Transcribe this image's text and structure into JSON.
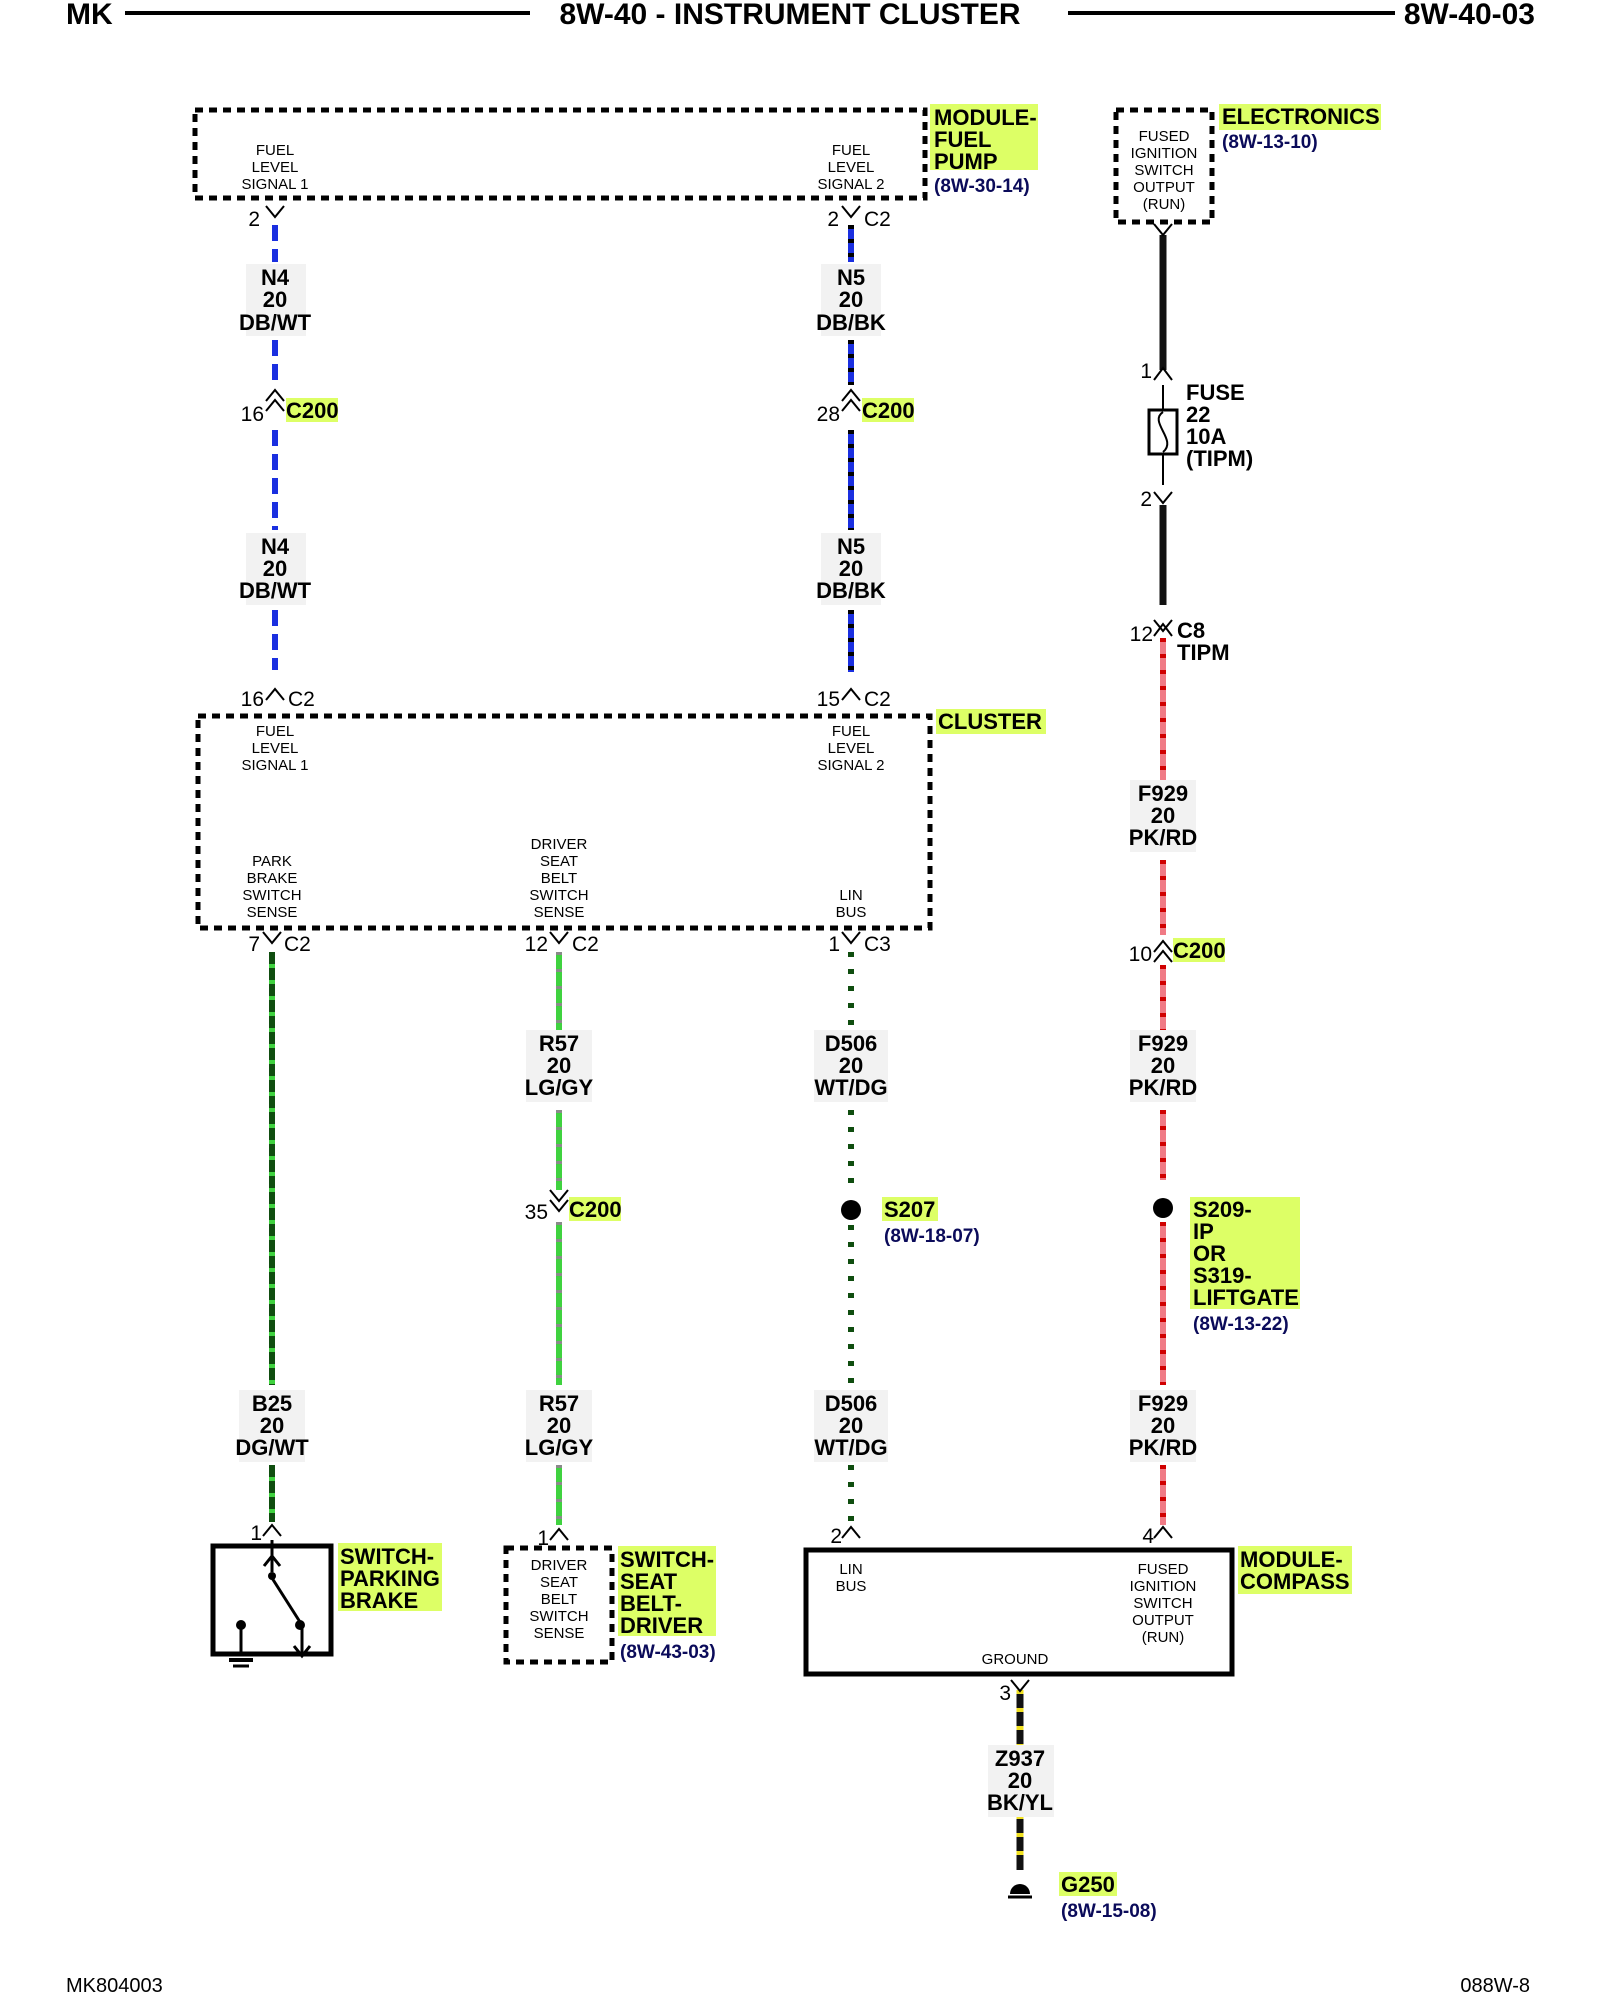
{
  "header": {
    "left": "MK",
    "title": "8W-40 - INSTRUMENT CLUSTER",
    "right": "8W-40-03"
  },
  "footer": {
    "left": "MK804003",
    "right": "088W-8"
  },
  "colors": {
    "highlight": "#ddff66",
    "ref_text": "#0b0b5a",
    "wire_db": "#1a2fe0",
    "wire_pkrd": "#f07a85",
    "wire_green": "#3fd23f",
    "wire_dark_green": "#0f4d0f",
    "wire_yellow": "#f0e020",
    "wire_black": "#111111"
  },
  "components": {
    "fuel_pump": {
      "name": [
        "MODULE-",
        "FUEL",
        "PUMP"
      ],
      "ref": "(8W-30-14)",
      "pin1_label": [
        "FUEL",
        "LEVEL",
        "SIGNAL 1"
      ],
      "pin2_label": [
        "FUEL",
        "LEVEL",
        "SIGNAL 2"
      ]
    },
    "electronics": {
      "name": "ELECTRONICS",
      "ref": "(8W-13-10)",
      "pin_label": [
        "FUSED",
        "IGNITION",
        "SWITCH",
        "OUTPUT",
        "(RUN)"
      ]
    },
    "fuse": {
      "label": [
        "FUSE",
        "22",
        "10A",
        "(TIPM)"
      ],
      "pin_top": "1",
      "pin_bottom": "2"
    },
    "cluster": {
      "name": "CLUSTER",
      "fuel1_label": [
        "FUEL",
        "LEVEL",
        "SIGNAL 1"
      ],
      "fuel2_label": [
        "FUEL",
        "LEVEL",
        "SIGNAL 2"
      ],
      "park_label": [
        "PARK",
        "BRAKE",
        "SWITCH",
        "SENSE"
      ],
      "seat_label": [
        "DRIVER",
        "SEAT",
        "BELT",
        "SWITCH",
        "SENSE"
      ],
      "lin_label": [
        "LIN",
        "BUS"
      ]
    },
    "switch_parking_brake": {
      "name": [
        "SWITCH-",
        "PARKING",
        "BRAKE"
      ]
    },
    "switch_seat_belt": {
      "name": [
        "SWITCH-",
        "SEAT",
        "BELT-",
        "DRIVER"
      ],
      "ref": "(8W-43-03)",
      "pin_label": [
        "DRIVER",
        "SEAT",
        "BELT",
        "SWITCH",
        "SENSE"
      ]
    },
    "module_compass": {
      "name": [
        "MODULE-",
        "COMPASS"
      ],
      "lin_label": [
        "LIN",
        "BUS"
      ],
      "ign_label": [
        "FUSED",
        "IGNITION",
        "SWITCH",
        "OUTPUT",
        "(RUN)"
      ],
      "ground_label": "GROUND"
    },
    "ground": {
      "name": "G250",
      "ref": "(8W-15-08)"
    }
  },
  "splices": {
    "s207": {
      "name": "S207",
      "ref": "(8W-18-07)"
    },
    "s209": {
      "name": [
        "S209-",
        "IP",
        "OR",
        "S319-",
        "LIFTGATE"
      ],
      "ref": "(8W-13-22)"
    }
  },
  "connectors": {
    "fp_pin1": "2",
    "fp_pin2": "2",
    "fp_c2": "C2",
    "n4_c200_pin": "16",
    "n5_c200_pin": "28",
    "c200": "C200",
    "cl_n4_pin": "16",
    "cl_n5_pin": "15",
    "c2": "C2",
    "c3": "C3",
    "cl_park_pin": "7",
    "cl_seat_pin": "12",
    "cl_lin_pin": "1",
    "tipm_pin": "12",
    "tipm_c8": "C8",
    "tipm": "TIPM",
    "f929_c200_pin": "10",
    "r57_c200_pin": "35",
    "park_sw_pin": "1",
    "seat_sw_pin": "1",
    "compass_lin_pin": "2",
    "compass_ign_pin": "4",
    "compass_gnd_pin": "3"
  },
  "wires": {
    "n4": [
      "N4",
      "20",
      "DB/WT"
    ],
    "n5": [
      "N5",
      "20",
      "DB/BK"
    ],
    "f929": [
      "F929",
      "20",
      "PK/RD"
    ],
    "r57": [
      "R57",
      "20",
      "LG/GY"
    ],
    "d506": [
      "D506",
      "20",
      "WT/DG"
    ],
    "b25": [
      "B25",
      "20",
      "DG/WT"
    ],
    "z937": [
      "Z937",
      "20",
      "BK/YL"
    ]
  }
}
